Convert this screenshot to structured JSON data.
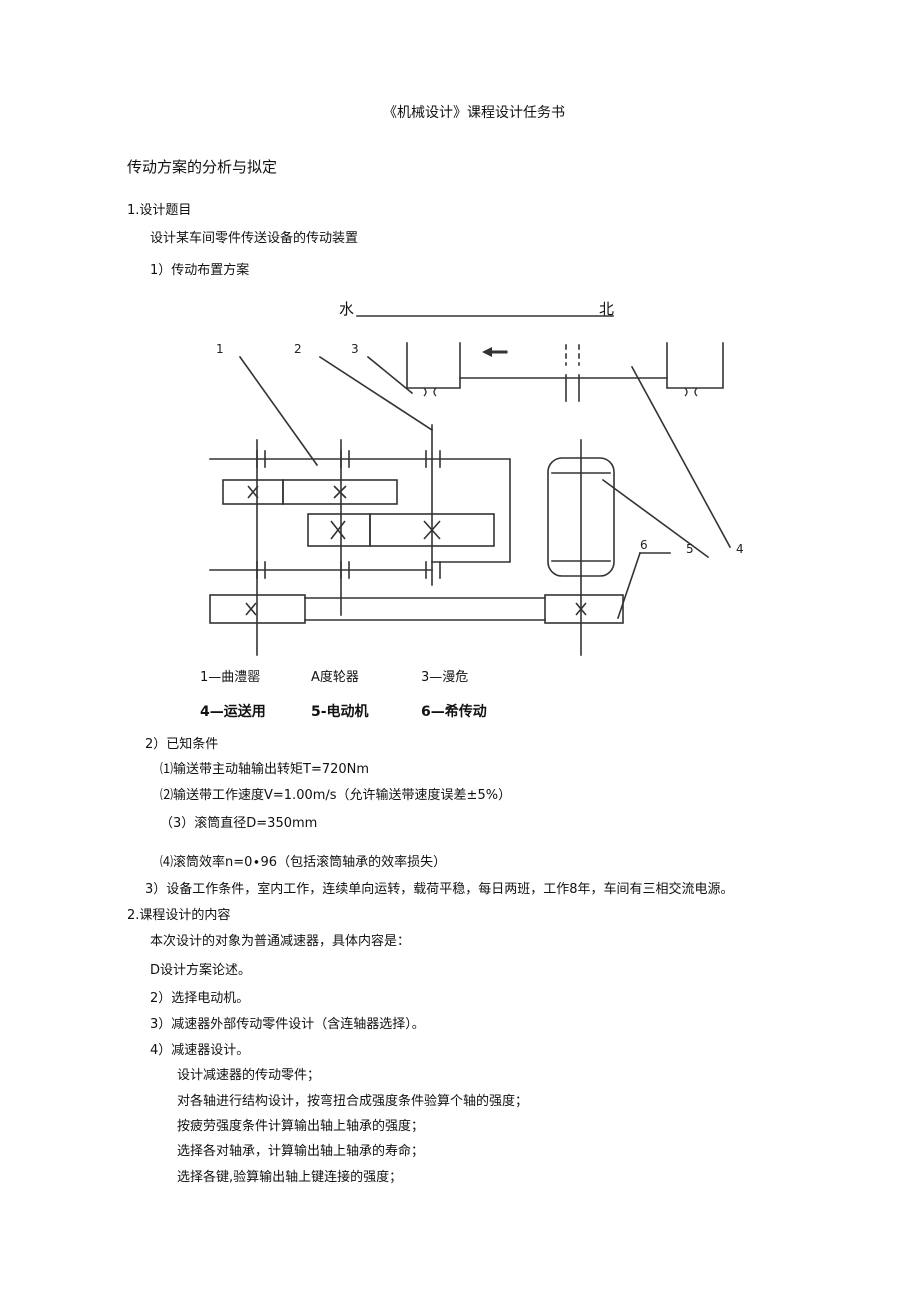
{
  "doc": {
    "title": "《机械设计》课程设计任务书",
    "section_heading": "传动方案的分析与拟定",
    "s1": {
      "heading": "1.设计题目",
      "topic": "设计某车间零件传送设备的传动装置",
      "sub1": "1）传动布置方案"
    },
    "diagram": {
      "left_char": "水",
      "right_char": "北",
      "num_1": "1",
      "num_2": "2",
      "num_3": "3",
      "num_4": "4",
      "num_5": "5",
      "num_6": "6"
    },
    "legend": {
      "row1": [
        "1—曲澧罂",
        "A度轮器",
        "3—漫危"
      ],
      "row2": [
        "4—运送用",
        "5-电动机",
        "6—希传动"
      ]
    },
    "known": {
      "heading": "2）已知条件",
      "c1": "⑴输送带主动轴输出转矩T=720Nm",
      "c2": "⑵输送带工作速度V=1.00m∕s（允许输送带速度误差±5%）",
      "c3": "（3）滚筒直径D=350mm",
      "c4": "⑷滚筒效率n=0∙96（包括滚筒轴承的效率损失）",
      "c5": "3）设备工作条件，室内工作，连续单向运转，载荷平稳，每日两班，工作8年，车间有三相交流电源。"
    },
    "s2": {
      "heading": "2.课程设计的内容",
      "intro": "本次设计的对象为普通减速器，具体内容是：",
      "items": [
        "D设计方案论述。",
        "2）选择电动机。",
        "3）减速器外部传动零件设计（含连轴器选择）。",
        "4）减速器设计。"
      ],
      "subitems": [
        "设计减速器的传动零件；",
        "对各轴进行结构设计，按弯扭合成强度条件验算个轴的强度；",
        "按疲劳强度条件计算输出轴上轴承的强度；",
        "选择各对轴承，计算输出轴上轴承的寿命；",
        "选择各键,验算输出轴上键连接的强度；"
      ]
    }
  }
}
